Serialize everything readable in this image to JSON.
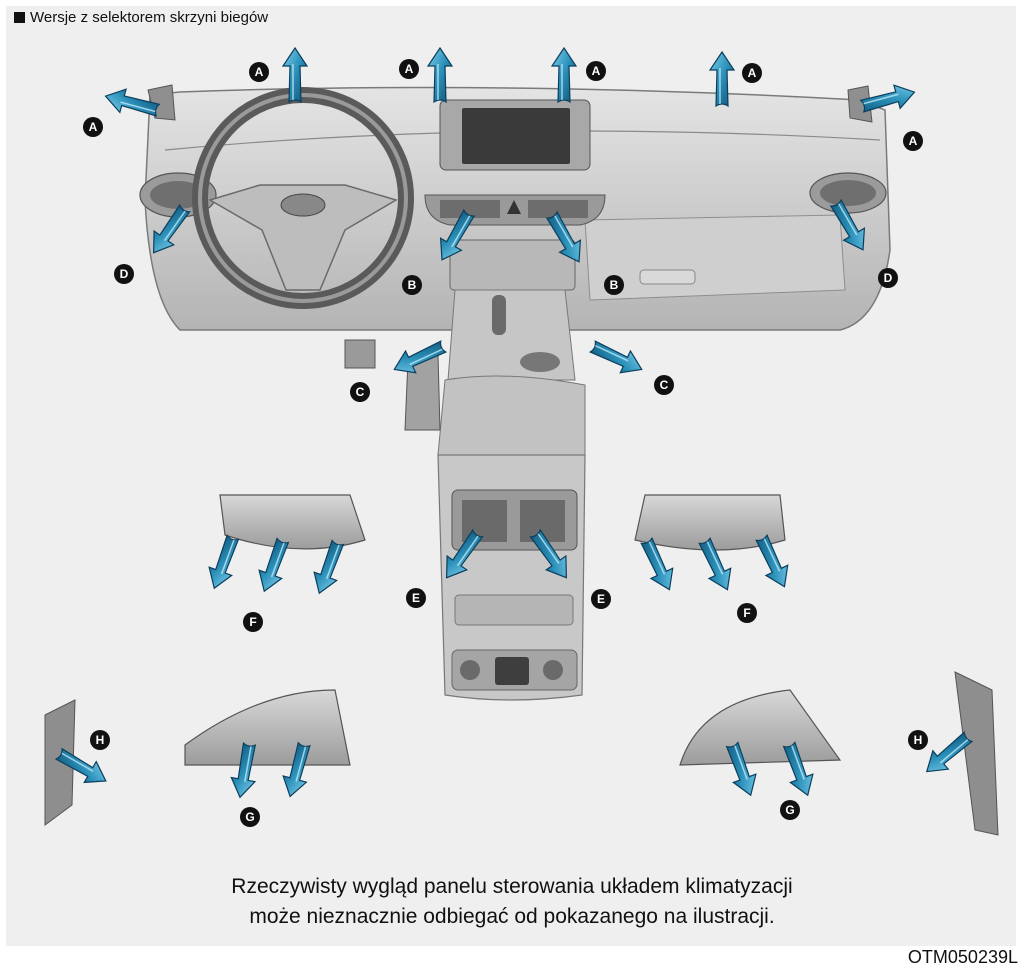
{
  "header": {
    "text": "Wersje z selektorem skrzyni biegów"
  },
  "caption": {
    "line1": "Rzeczywisty wygląd panelu sterowania układem klimatyzacji",
    "line2": "może nieznacznie odbiegać od pokazanego na ilustracji."
  },
  "figure_code": "OTM050239L",
  "labels": {
    "A": "A",
    "B": "B",
    "C": "C",
    "D": "D",
    "E": "E",
    "F": "F",
    "G": "G",
    "H": "H"
  },
  "colors": {
    "panel_bg": "#efefef",
    "arrow": "#2a8fb8",
    "arrow_dark": "#0d4f73",
    "label_bg": "#111111",
    "dash": "#c9c9c9",
    "dash_dark": "#8a8a8a"
  }
}
